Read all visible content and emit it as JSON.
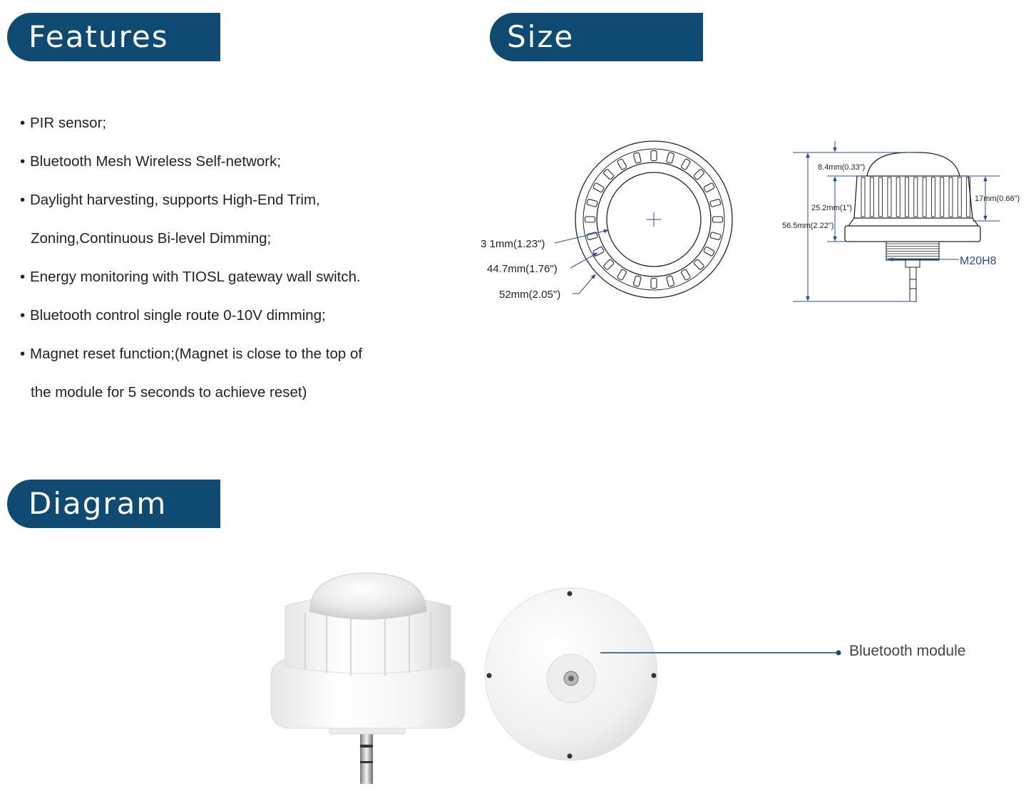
{
  "sections": {
    "features": "Features",
    "size": "Size",
    "diagram": "Diagram"
  },
  "features": [
    {
      "text": "PIR sensor;",
      "bullet": "•"
    },
    {
      "text": "Bluetooth Mesh Wireless Self-network;",
      "bullet": "•"
    },
    {
      "text": "Daylight harvesting, supports High-End Trim,",
      "bullet": "•"
    },
    {
      "text": "Zoning,Continuous Bi-level Dimming;",
      "bullet": ""
    },
    {
      "text": "Energy monitoring with TIOSL gateway wall switch.",
      "bullet": "•"
    },
    {
      "text": "Bluetooth control single route 0-10V dimming;",
      "bullet": "•"
    },
    {
      "text": "Magnet reset function;(Magnet is close to the top of",
      "bullet": "•"
    },
    {
      "text": "the module for 5 seconds to achieve reset)",
      "bullet": ""
    }
  ],
  "dimensions": {
    "d31": "3 1mm(1.23\")",
    "d447": "44.7mm(1.76\")",
    "d52": "52mm(2.05\")",
    "h84": "8.4mm(0.33\")",
    "h252": "25.2mm(1\")",
    "h565": "56.5mm(2.22\")",
    "h17": "17mm(0.66\")",
    "thread": "M20H8"
  },
  "diagram": {
    "callout": "Bluetooth module"
  },
  "colors": {
    "banner": "#0e4a72",
    "dimension_line": "#2a4d9a",
    "callout_line": "#0e4a72"
  }
}
